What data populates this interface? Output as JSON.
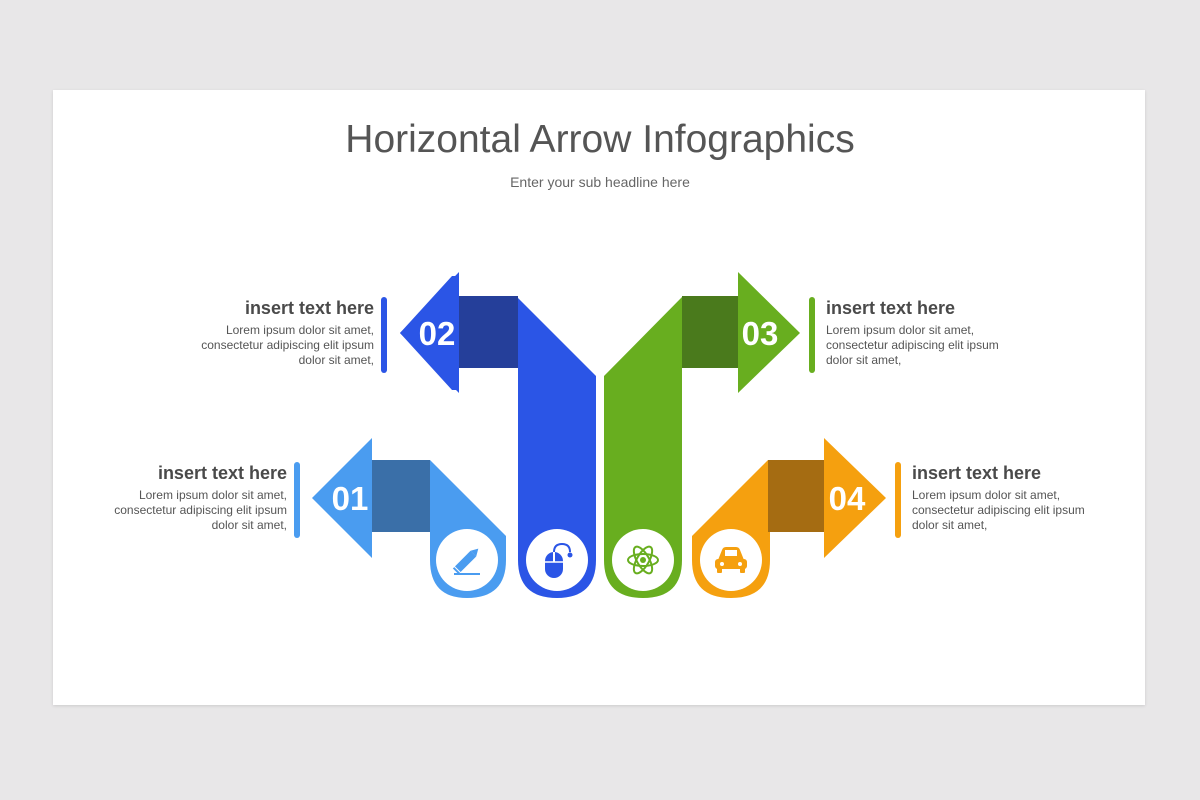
{
  "title": "Horizontal Arrow Infographics",
  "subtitle": "Enter your sub headline here",
  "items": [
    {
      "number": "01",
      "heading": "insert text here",
      "body": "Lorem ipsum dolor sit amet,\nconsectetur adipiscing elit ipsum\ndolor sit amet,",
      "color": "#4a9cf0",
      "dark": "#3a6fa8",
      "icon": "pencil-icon"
    },
    {
      "number": "02",
      "heading": "insert text here",
      "body": "Lorem ipsum dolor sit amet,\nconsectetur adipiscing elit ipsum\ndolor sit amet,",
      "color": "#2b55e6",
      "dark": "#253f9a",
      "icon": "mouse-icon"
    },
    {
      "number": "03",
      "heading": "insert text here",
      "body": "Lorem ipsum dolor sit amet,\nconsectetur adipiscing elit ipsum\ndolor sit amet,",
      "color": "#68ae1f",
      "dark": "#4a7a1c",
      "icon": "atom-icon"
    },
    {
      "number": "04",
      "heading": "insert text here",
      "body": "Lorem ipsum dolor sit amet,\nconsectetur adipiscing elit ipsum\ndolor sit amet,",
      "color": "#f5a00f",
      "dark": "#a56c12",
      "icon": "car-icon"
    }
  ]
}
